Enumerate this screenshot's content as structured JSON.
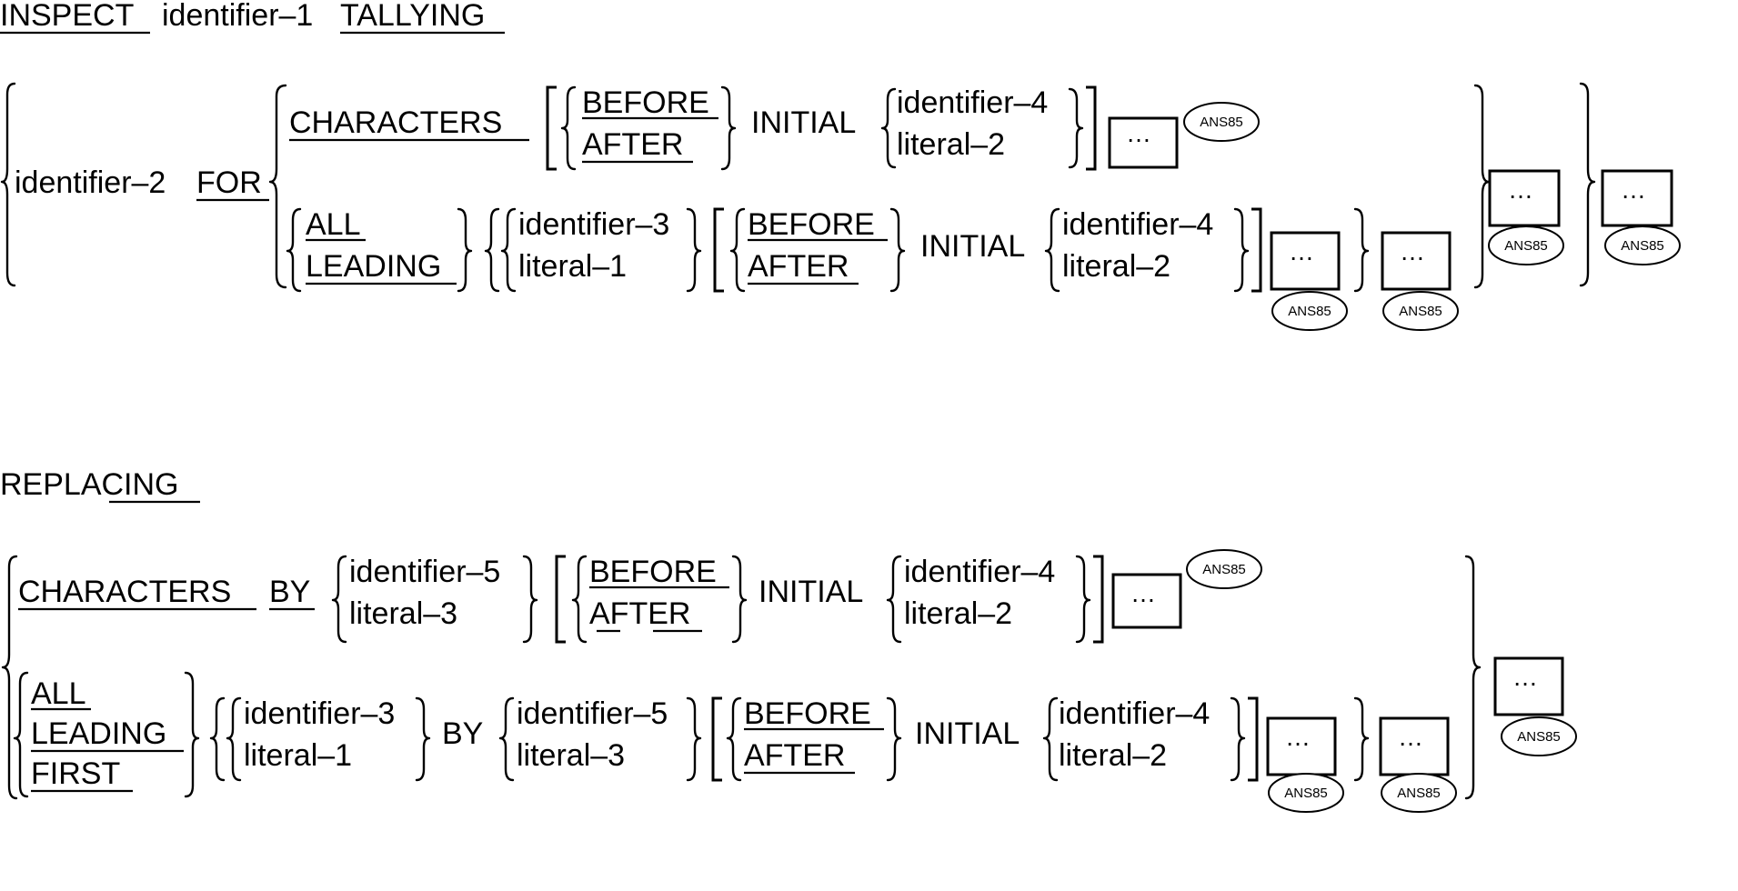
{
  "tallying": {
    "inspect": "INSPECT",
    "identifier_1": "identifier–1",
    "tallying": "TALLYING",
    "identifier_2": "identifier–2",
    "for": "FOR",
    "characters": "CHARACTERS",
    "before": "BEFORE",
    "after": "AFTER",
    "initial": "INITIAL",
    "identifier_4": "identifier–4",
    "literal_2": "literal–2",
    "all": "ALL",
    "leading": "LEADING",
    "identifier_3": "identifier–3",
    "literal_1": "literal–1"
  },
  "replacing": {
    "replacing": "REPLACING",
    "characters": "CHARACTERS",
    "by": "BY",
    "identifier_5": "identifier–5",
    "literal_3": "literal–3",
    "before": "BEFORE",
    "after": "AFTER",
    "initial": "INITIAL",
    "identifier_4": "identifier–4",
    "literal_2": "literal–2",
    "all": "ALL",
    "leading": "LEADING",
    "first": "FIRST",
    "identifier_3": "identifier–3",
    "literal_1": "literal–1",
    "by2": "BY"
  },
  "markers": {
    "ellipsis": "…",
    "ans85": "ANS85"
  }
}
